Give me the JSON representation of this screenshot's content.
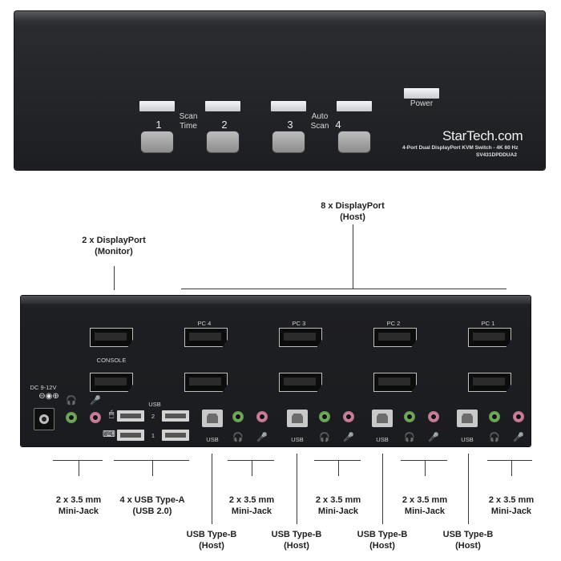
{
  "front": {
    "ports": [
      {
        "number": "1"
      },
      {
        "number": "2"
      },
      {
        "number": "3"
      },
      {
        "number": "4"
      }
    ],
    "scan_time_line1": "Scan",
    "scan_time_line2": "Time",
    "auto_scan_line1": "Auto",
    "auto_scan_line2": "Scan",
    "power_label": "Power",
    "brand": "StarTech.com",
    "model_description": "4-Port Dual DisplayPort KVM Switch - 4K 60 Hz",
    "model_number": "SV431DPDDUA2"
  },
  "rear": {
    "console_label": "CONSOLE",
    "pc_labels": [
      "PC 4",
      "PC 3",
      "PC 2",
      "PC 1"
    ],
    "dc_label": "DC 9-12V",
    "usb_label": "USB",
    "usb_port_numbers": [
      "2",
      "1"
    ],
    "host_usb_label": "USB"
  },
  "callouts": {
    "host_dp_line1": "8 x DisplayPort",
    "host_dp_line2": "(Host)",
    "monitor_dp_line1": "2 x DisplayPort",
    "monitor_dp_line2": "(Monitor)",
    "minijack_line1": "2 x 3.5 mm",
    "minijack_line2": "Mini-Jack",
    "usba_line1": "4 x USB Type-A",
    "usba_line2": "(USB 2.0)",
    "usbb_line1": "USB Type-B",
    "usbb_line2": "(Host)"
  }
}
